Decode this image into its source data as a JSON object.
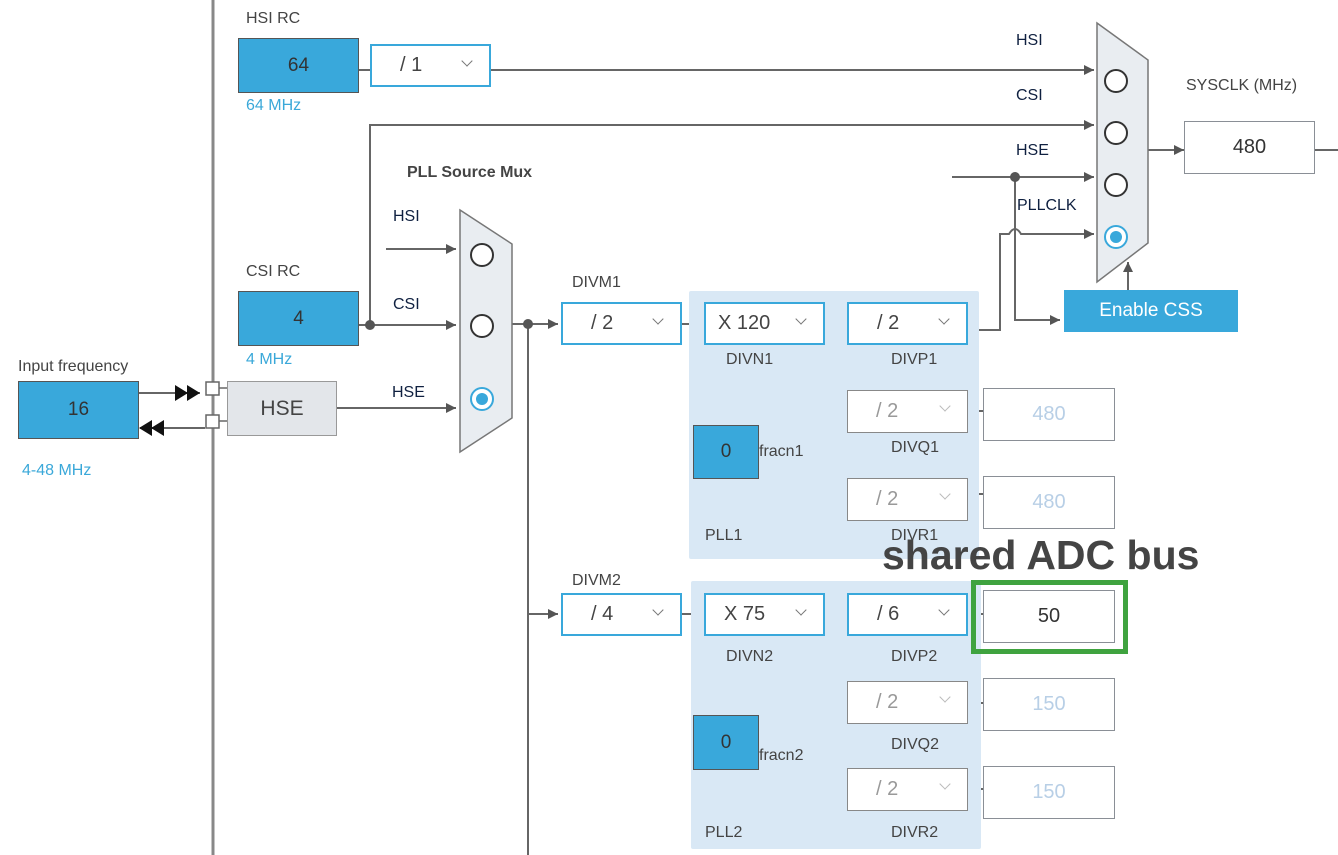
{
  "hsi_rc": {
    "label": "HSI RC",
    "value": "64",
    "freq": "64 MHz",
    "divider": "/ 1"
  },
  "csi_rc": {
    "label": "CSI RC",
    "value": "4",
    "freq": "4 MHz"
  },
  "input_frequency": {
    "label": "Input frequency",
    "value": "16",
    "range": "4-48 MHz"
  },
  "hse": {
    "label": "HSE"
  },
  "pll_source_mux": {
    "title": "PLL Source Mux",
    "inputs": [
      "HSI",
      "CSI",
      "HSE"
    ],
    "selected": "HSE"
  },
  "system_clock_mux": {
    "inputs": [
      "HSI",
      "CSI",
      "HSE",
      "PLLCLK"
    ],
    "selected": "PLLCLK"
  },
  "sysclk": {
    "label": "SYSCLK (MHz)",
    "value": "480"
  },
  "enable_css": {
    "label": "Enable CSS"
  },
  "pll1": {
    "label": "PLL1",
    "divm": {
      "label": "DIVM1",
      "value": "/ 2"
    },
    "divn": {
      "label": "DIVN1",
      "value": "X 120"
    },
    "fracn": {
      "label": "fracn1",
      "value": "0"
    },
    "divp": {
      "label": "DIVP1",
      "value": "/ 2"
    },
    "divq": {
      "label": "DIVQ1",
      "value": "/ 2",
      "output": "480"
    },
    "divr": {
      "label": "DIVR1",
      "value": "/ 2",
      "output": "480"
    }
  },
  "pll2": {
    "label": "PLL2",
    "divm": {
      "label": "DIVM2",
      "value": "/ 4"
    },
    "divn": {
      "label": "DIVN2",
      "value": "X 75"
    },
    "fracn": {
      "label": "fracn2",
      "value": "0"
    },
    "divp": {
      "label": "DIVP2",
      "value": "/ 6",
      "output": "50"
    },
    "divq": {
      "label": "DIVQ2",
      "value": "/ 2",
      "output": "150"
    },
    "divr": {
      "label": "DIVR2",
      "value": "/ 2",
      "output": "150"
    }
  },
  "annotation": {
    "text": "shared ADC bus",
    "highlight_color": "#3fa33f"
  },
  "colors": {
    "accent": "#39a8db",
    "pll_bg": "#d9e8f5",
    "wire": "#555555",
    "disabled_text": "#b8cfe6"
  }
}
